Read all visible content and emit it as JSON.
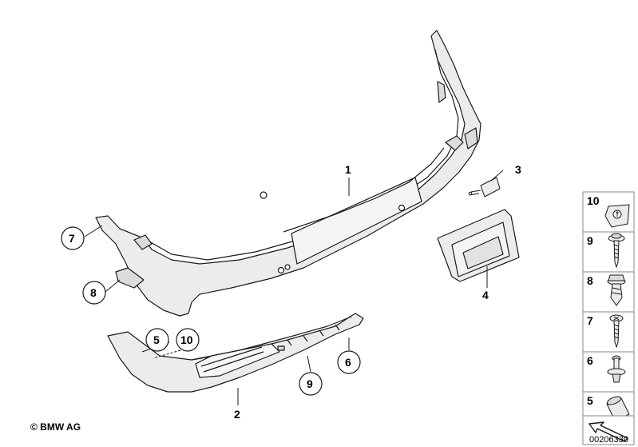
{
  "callouts": {
    "c1": "1",
    "c2": "2",
    "c3": "3",
    "c4": "4",
    "c5": "5",
    "c6": "6",
    "c7": "7",
    "c8": "8",
    "c9": "9",
    "c10": "10"
  },
  "side_panel": [
    {
      "num": "10"
    },
    {
      "num": "9"
    },
    {
      "num": "8"
    },
    {
      "num": "7"
    },
    {
      "num": "6"
    },
    {
      "num": "5"
    }
  ],
  "copyright": "© BMW AG",
  "doc_number": "00206330",
  "colors": {
    "part_fill": "#ececec",
    "outline": "#1a1a1a",
    "panel_border": "#888888"
  }
}
